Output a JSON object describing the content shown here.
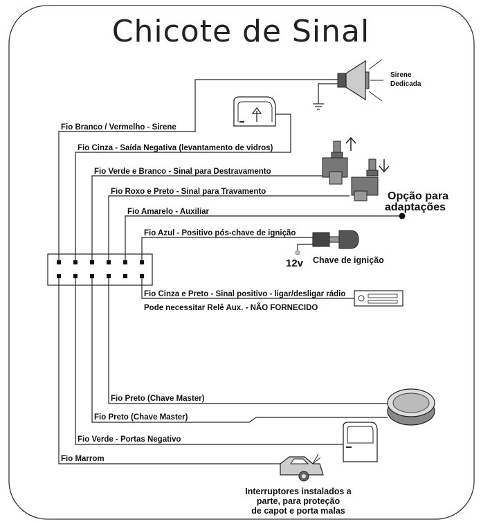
{
  "title": "Chicote de Sinal",
  "siren": {
    "line1": "Sirene",
    "line2": "Dedicada"
  },
  "wires": {
    "branco_vermelho": "Fio Branco / Vermelho - Sirene",
    "cinza": "Fio Cinza -  Saída Negativa (levantamento de vidros)",
    "verde_branco": "Fio Verde e Branco - Sinal para Destravamento",
    "roxo_preto": "Fio Roxo e Preto - Sinal para Travamento",
    "amarelo": "Fio Amarelo - Auxiliar",
    "azul": "Fio Azul - Positivo pós-chave de ignição",
    "cinza_preto": "Fio Cinza e Preto - Sinal positivo - ligar/desligar rádio",
    "preto_1": "Fio Preto (Chave Master)",
    "preto_2": "Fio Preto (Chave Master)",
    "verde": "Fio Verde  - Portas Negativo",
    "marrom": "Fio Marrom"
  },
  "relay_note": "Pode necessitar Relê Aux. - NÃO FORNECIDO",
  "option": {
    "line1": "Opção para",
    "line2": "adaptações"
  },
  "ignition": {
    "voltage": "12v",
    "label": "Chave de ignição"
  },
  "switches": {
    "line1": "Interruptores instalados a",
    "line2": "parte, para proteção",
    "line3": "de capot e porta malas"
  }
}
